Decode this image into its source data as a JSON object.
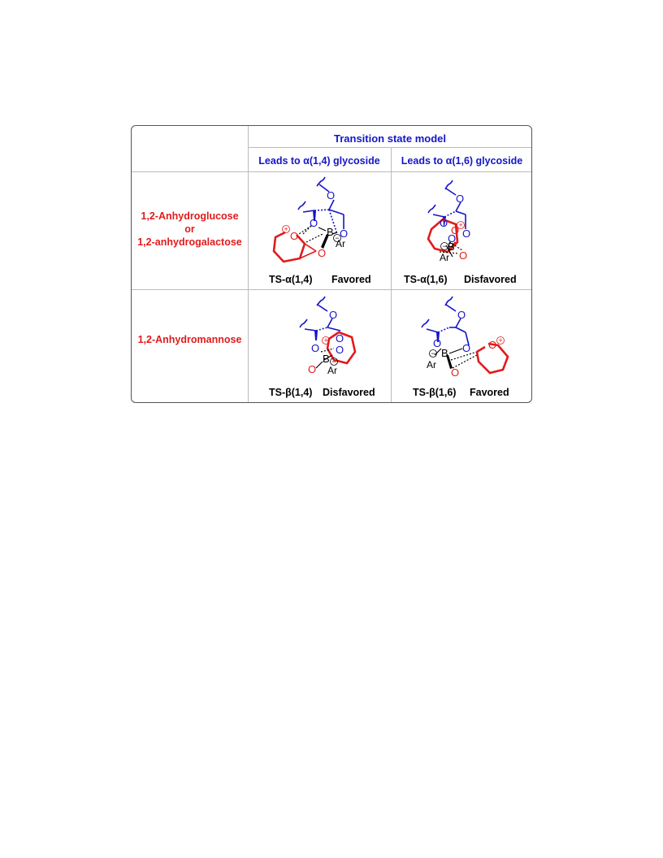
{
  "header": {
    "title": "Transition state model",
    "col1": "Leads to α(1,4) glycoside",
    "col2": "Leads to α(1,6) glycoside"
  },
  "rows": [
    {
      "label_lines": [
        "1,2-Anhydroglucose",
        "or",
        "1,2-anhydrogalactose"
      ]
    },
    {
      "label_lines": [
        "1,2-Anhydromannose"
      ]
    }
  ],
  "captions": {
    "r1c1_ts": "TS-α(1,4)",
    "r1c1_status": "Favored",
    "r1c2_ts": "TS-α(1,6)",
    "r1c2_status": "Disfavored",
    "r2c1_ts": "TS-β(1,4)",
    "r2c1_status": "Disfavored",
    "r2c2_ts": "TS-β(1,6)",
    "r2c2_status": "Favored"
  },
  "atoms": {
    "oxygen": "O",
    "boron": "B",
    "aryl": "Ar",
    "plus": "+",
    "minus": "−"
  },
  "colors": {
    "blue": "#1515c8",
    "red": "#e21b1b",
    "black": "#000000"
  }
}
